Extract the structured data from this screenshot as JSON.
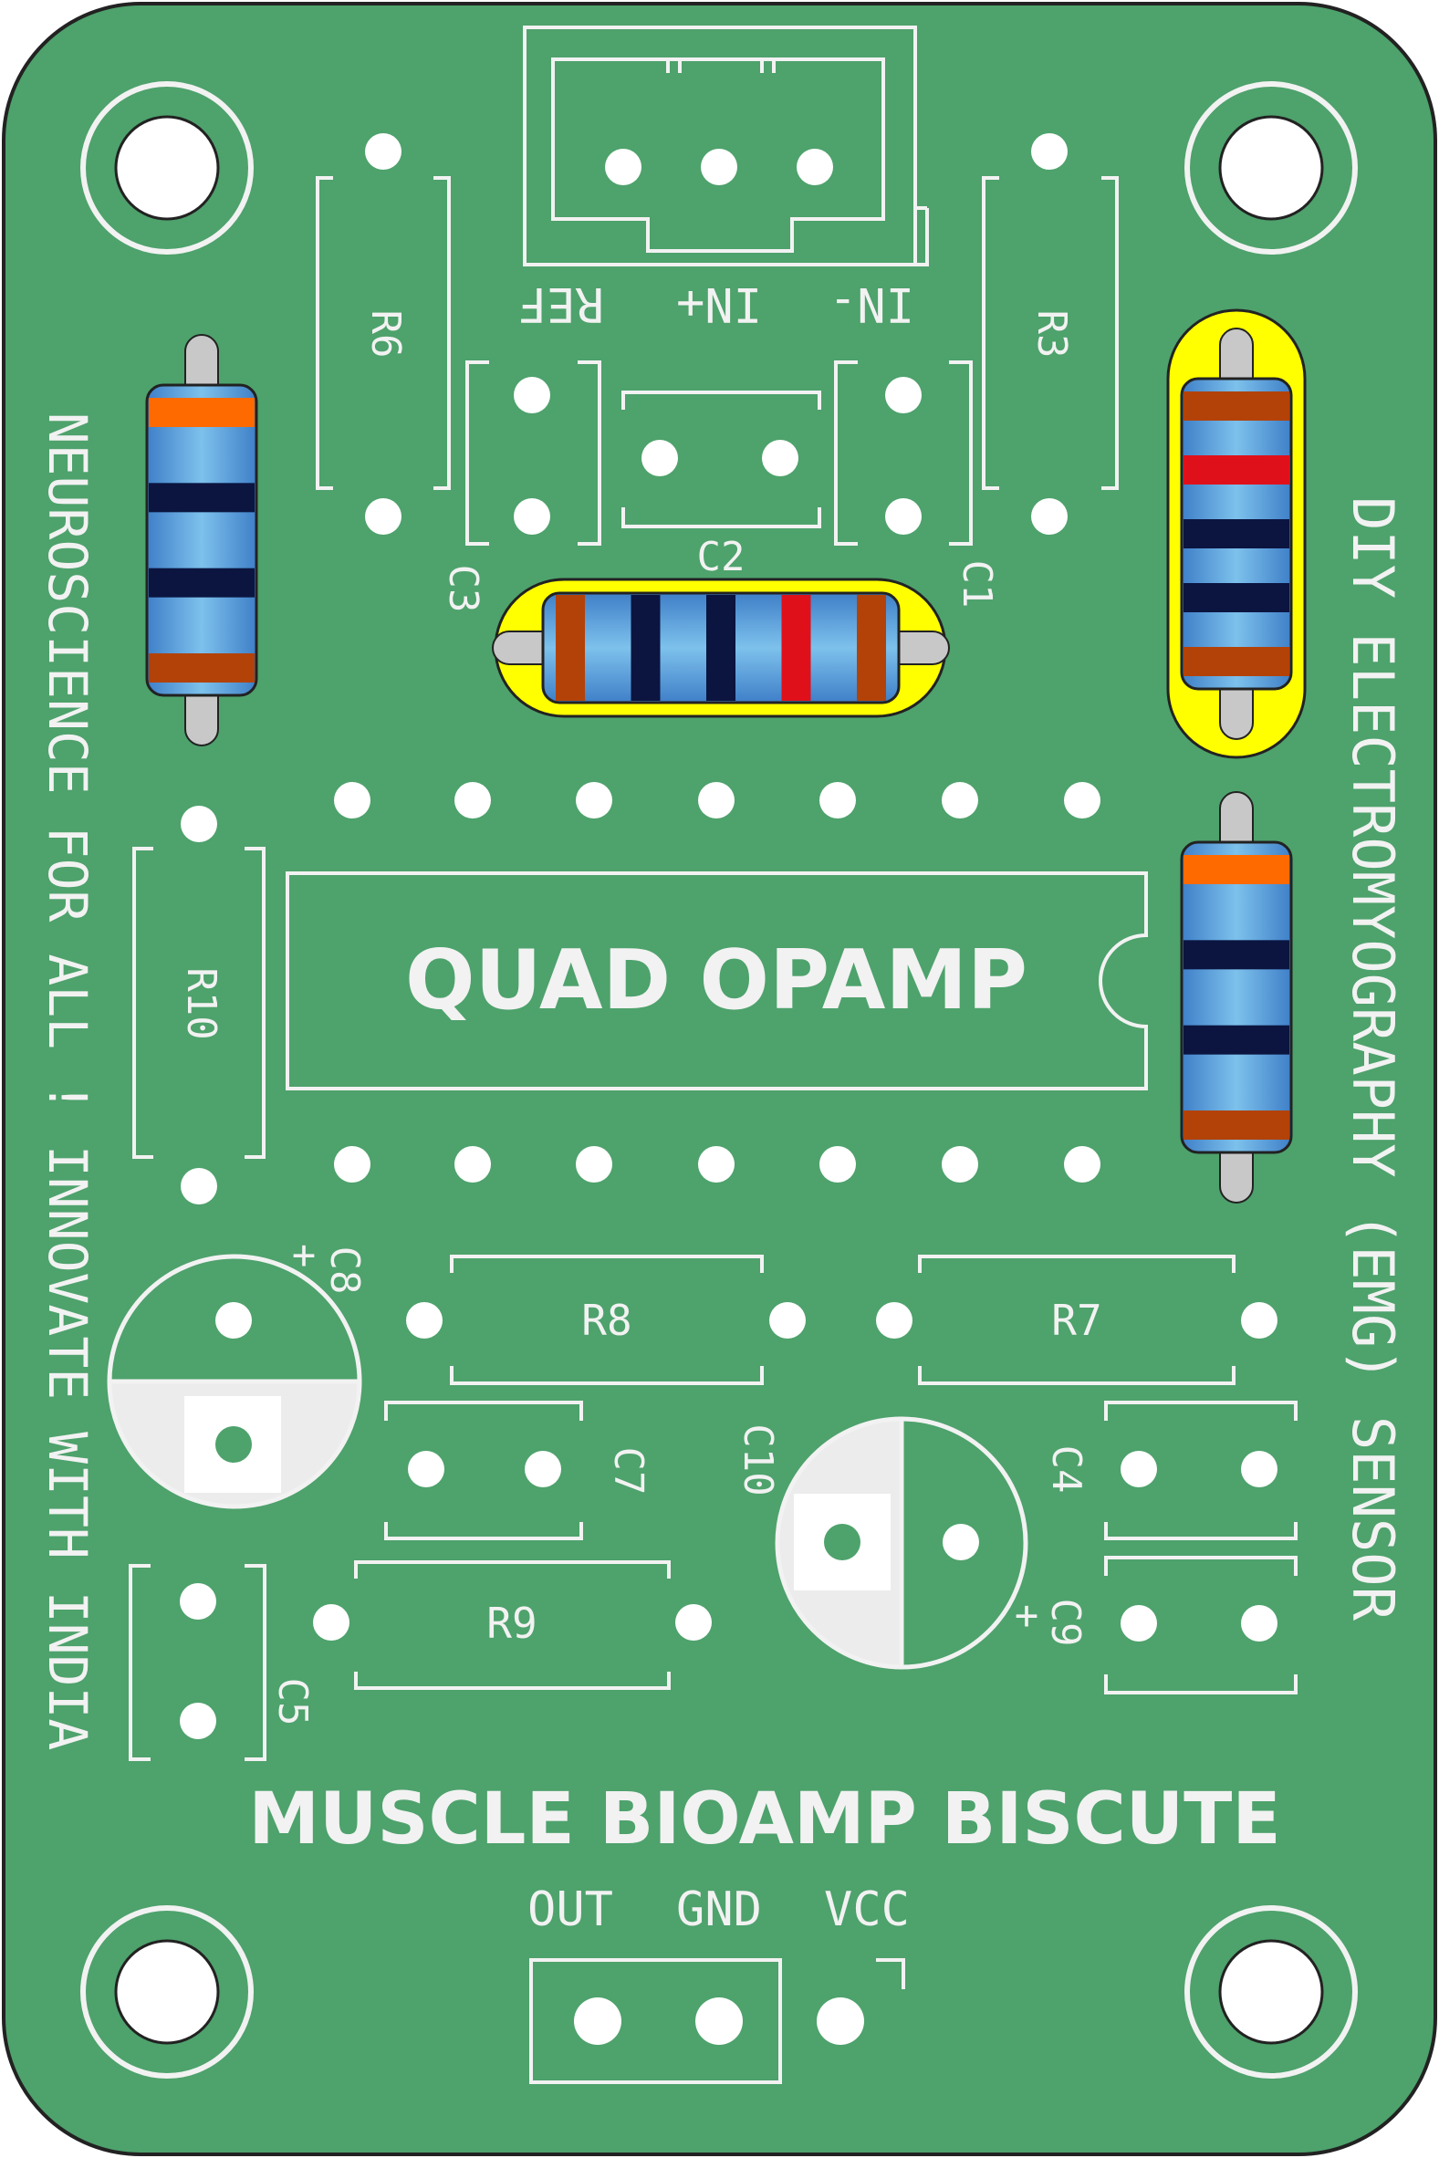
{
  "board": {
    "title": "MUSCLE BIOAMP BISCUTE",
    "side_text_right": "DIY ELECTROMYOGRAPHY (EMG) SENSOR",
    "side_text_left": "NEUROSCIENCE FOR ALL ! INNOVATE WITH INDIA",
    "ic_label": "QUAD OPAMP",
    "colors": {
      "pcb": "#4ea26c",
      "silkscreen": "#f2f2f2",
      "highlight": "#ffff00",
      "outline": "#222222"
    }
  },
  "input_connector": {
    "pins": [
      "REF",
      "IN+",
      "IN-"
    ]
  },
  "output_connector": {
    "pins": [
      "OUT",
      "GND",
      "VCC"
    ]
  },
  "components": {
    "resistors": [
      "R6",
      "R3",
      "R10",
      "R8",
      "R7",
      "R9"
    ],
    "capacitors": [
      "C3",
      "C2",
      "C1",
      "C7",
      "C10",
      "C4",
      "C5"
    ],
    "electrolytic": [
      "C8",
      "C9"
    ],
    "polarity_mark": "+"
  },
  "mounted_resistors": [
    {
      "name": "left-vertical-resistor",
      "bands": [
        "orange",
        "black",
        "black",
        "brown"
      ],
      "highlighted": false
    },
    {
      "name": "center-horizontal-resistor",
      "bands": [
        "brown",
        "black",
        "black",
        "red",
        "brown"
      ],
      "highlighted": true
    },
    {
      "name": "right-top-resistor",
      "bands": [
        "brown",
        "red",
        "black",
        "black",
        "brown"
      ],
      "highlighted": true
    },
    {
      "name": "right-middle-resistor",
      "bands": [
        "orange",
        "black",
        "black",
        "brown"
      ],
      "highlighted": false
    }
  ]
}
